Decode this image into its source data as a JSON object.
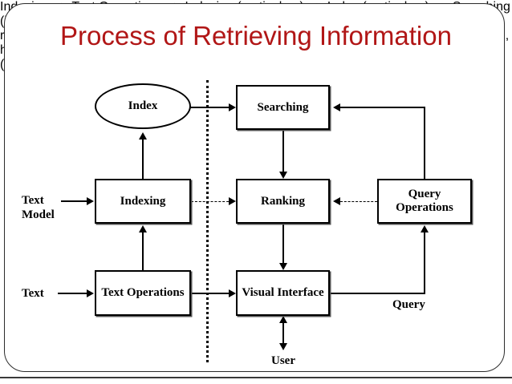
{
  "slide": {
    "title": "Process of Retrieving Information",
    "title_color": "#B11616",
    "background_color": "#FFFFFF",
    "frame": {
      "shape": "rounded-rectangle",
      "border_color": "#2B2B2B"
    }
  },
  "diagram": {
    "type": "flowchart",
    "line_color": "#000000",
    "nodes": [
      {
        "id": "index",
        "label": "Index",
        "shape": "ellipse",
        "side": "left"
      },
      {
        "id": "searching",
        "label": "Searching",
        "shape": "rectangle",
        "side": "right"
      },
      {
        "id": "indexing",
        "label": "Indexing",
        "shape": "rectangle",
        "side": "left"
      },
      {
        "id": "ranking",
        "label": "Ranking",
        "shape": "rectangle",
        "side": "right"
      },
      {
        "id": "query-operations",
        "label": "Query\nOperations",
        "shape": "rectangle",
        "side": "right"
      },
      {
        "id": "text-operations",
        "label": "Text\nOperations",
        "shape": "rectangle",
        "side": "left"
      },
      {
        "id": "visual-interface",
        "label": "Visual\nInterface",
        "shape": "rectangle",
        "side": "right"
      }
    ],
    "external_labels": [
      {
        "id": "text-model",
        "label": "Text\nModel"
      },
      {
        "id": "text",
        "label": "Text"
      },
      {
        "id": "query",
        "label": "Query"
      },
      {
        "id": "user",
        "label": "User"
      }
    ],
    "divider": {
      "id": "vertical-divider",
      "style": "dotted",
      "orientation": "vertical"
    },
    "edges": [
      {
        "from": "text-model",
        "to": "indexing",
        "style": "solid",
        "arrow": "single"
      },
      {
        "from": "text",
        "to": "text-operations",
        "style": "solid",
        "arrow": "single"
      },
      {
        "from": "text-operations",
        "to": "indexing",
        "style": "solid",
        "arrow": "single"
      },
      {
        "from": "indexing",
        "to": "index",
        "style": "solid",
        "arrow": "single"
      },
      {
        "from": "index",
        "to": "searching",
        "style": "solid",
        "arrow": "single"
      },
      {
        "from": "indexing",
        "to": "ranking",
        "style": "dashed",
        "arrow": "single"
      },
      {
        "from": "text-operations",
        "to": "visual-interface",
        "style": "solid",
        "arrow": "single"
      },
      {
        "from": "searching",
        "to": "ranking",
        "style": "solid",
        "arrow": "single"
      },
      {
        "from": "ranking",
        "to": "visual-interface",
        "style": "solid",
        "arrow": "single"
      },
      {
        "from": "query-operations",
        "to": "ranking",
        "style": "dashed",
        "arrow": "single"
      },
      {
        "from": "query-operations",
        "to": "searching",
        "style": "solid",
        "arrow": "single"
      },
      {
        "from": "visual-interface",
        "to": "query-operations",
        "style": "solid",
        "arrow": "single"
      },
      {
        "from": "visual-interface",
        "to": "user",
        "style": "solid",
        "arrow": "double"
      }
    ]
  }
}
